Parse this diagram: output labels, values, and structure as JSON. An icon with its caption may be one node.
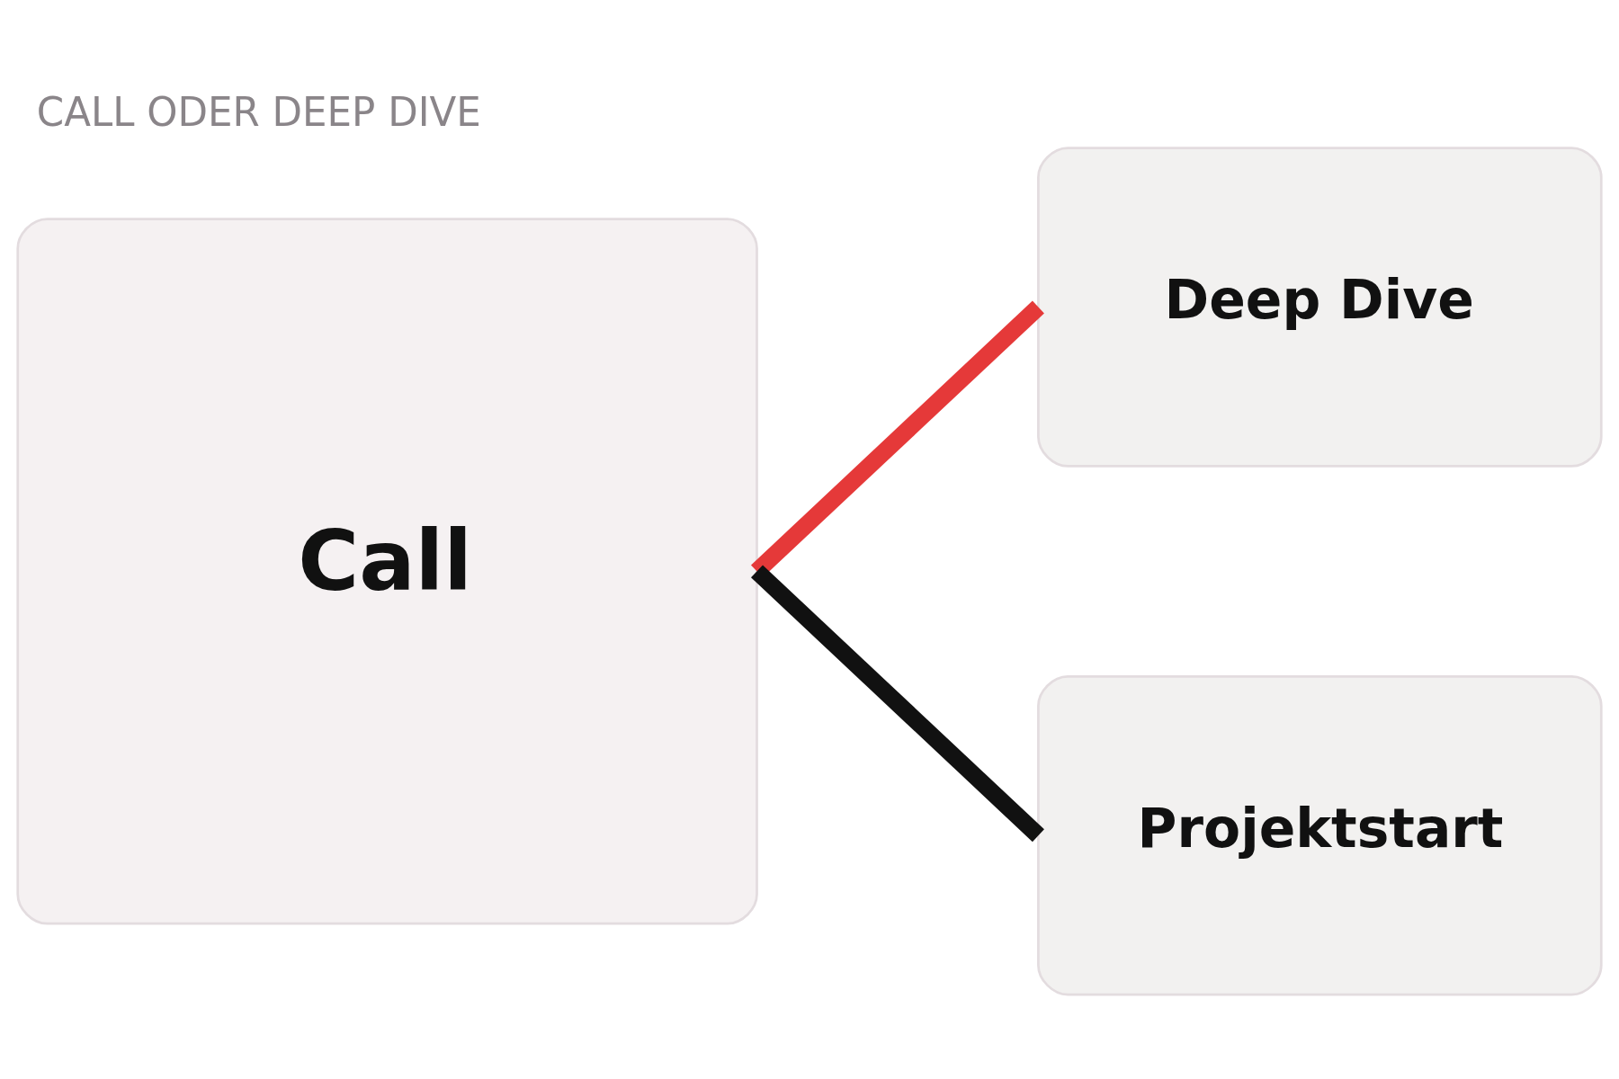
{
  "diagram": {
    "title": "CALL ODER DEEP DIVE",
    "nodes": [
      {
        "text": [
          "Call"
        ]
      },
      {
        "text": [
          "Deep Dive"
        ]
      },
      {
        "text": [
          "Projektstart"
        ]
      }
    ],
    "edges": [
      {
        "from": 0,
        "to": 1,
        "arrow": "none",
        "color": "#e53939"
      },
      {
        "from": 0,
        "to": 2,
        "arrow": "none",
        "color": "#111111"
      }
    ]
  }
}
